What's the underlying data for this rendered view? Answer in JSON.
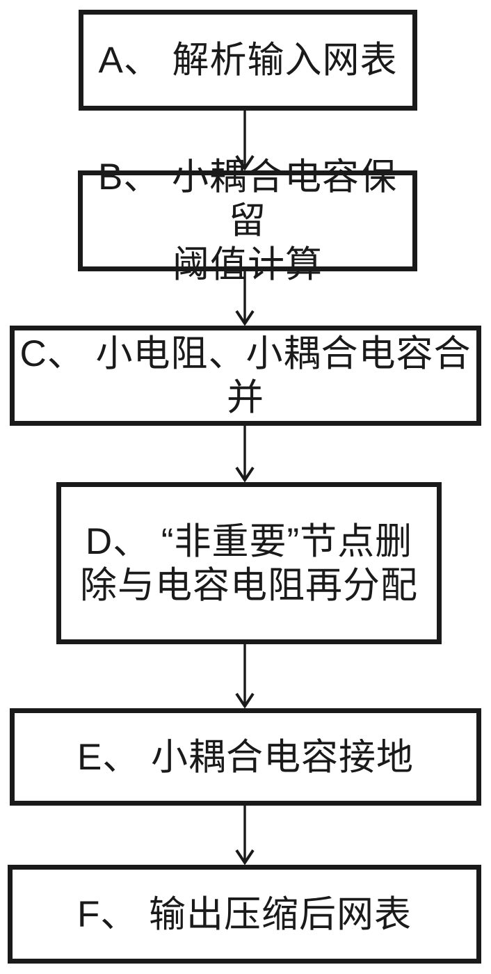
{
  "figure": {
    "background_color": "#ffffff",
    "ink_color": "#1a1a1a"
  },
  "flowchart": {
    "type": "flowchart",
    "direction": "top-down",
    "steps": [
      {
        "id": "A",
        "label": "A、 解析输入网表",
        "lines": [
          "A、 解析输入网表"
        ]
      },
      {
        "id": "B",
        "label": "B、 小耦合电容保留阈值计算",
        "lines": [
          "B、 小耦合电容保留",
          "阈值计算"
        ]
      },
      {
        "id": "C",
        "label": "C、 小电阻、小耦合电容合并",
        "lines": [
          "C、 小电阻、小耦合电容合并"
        ]
      },
      {
        "id": "D",
        "label": "D、 “非重要”节点删除与电容电阻再分配",
        "lines": [
          "D、 “非重要”节点删",
          "除与电容电阻再分配"
        ]
      },
      {
        "id": "E",
        "label": "E、 小耦合电容接地",
        "lines": [
          "E、 小耦合电容接地"
        ]
      },
      {
        "id": "F",
        "label": "F、 输出压缩后网表",
        "lines": [
          "F、 输出压缩后网表"
        ]
      }
    ],
    "edges": [
      {
        "from": "A",
        "to": "B"
      },
      {
        "from": "B",
        "to": "C"
      },
      {
        "from": "C",
        "to": "D"
      },
      {
        "from": "D",
        "to": "E"
      },
      {
        "from": "E",
        "to": "F"
      }
    ]
  }
}
